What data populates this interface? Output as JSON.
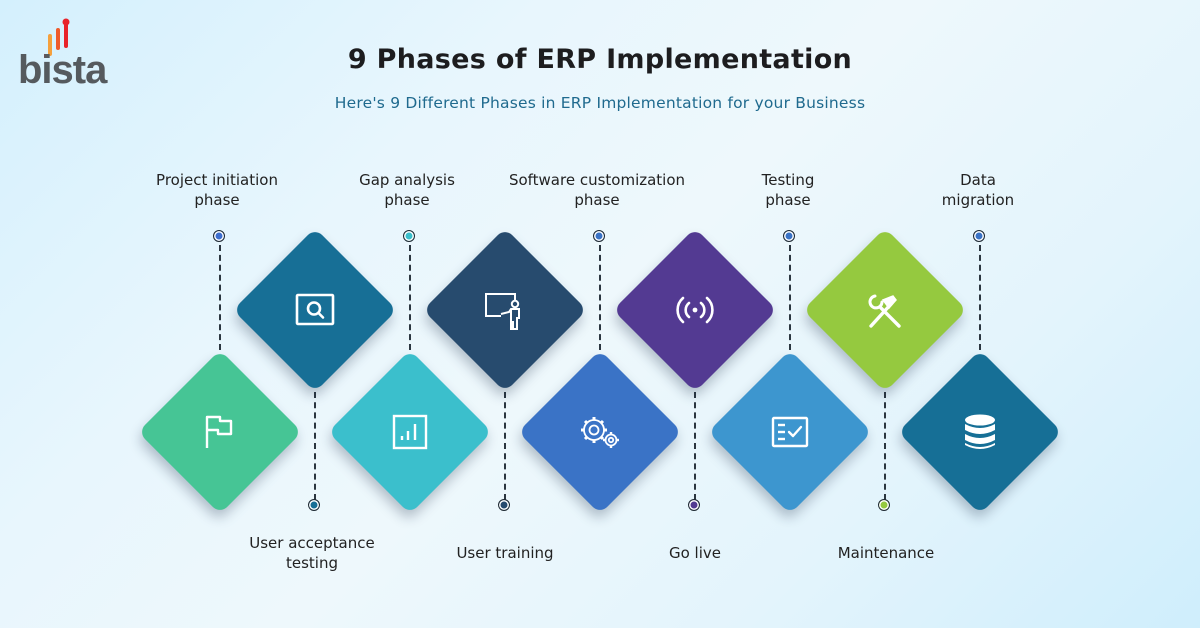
{
  "brand": {
    "logo_text": "bista",
    "logo_bar_colors": [
      "#f5a03c",
      "#ee5a2a",
      "#e8232a"
    ]
  },
  "header": {
    "title": "9 Phases of ERP Implementation",
    "subtitle": "Here's 9 Different Phases in ERP Implementation for your Business"
  },
  "colors": {
    "background": "#e6f5fc",
    "title": "#1d1d1f",
    "subtitle": "#1f6a8e",
    "connector": "#2b3640"
  },
  "phases": [
    {
      "order": 1,
      "label": "Project initiation phase",
      "line1": "Project initiation",
      "line2": "phase",
      "icon": "flag-icon",
      "color": "#46c595",
      "dot_color": "#3e6fcf",
      "row": "bottom",
      "label_position": "top"
    },
    {
      "order": 2,
      "label": "User acceptance testing",
      "line1": "User acceptance",
      "line2": "testing",
      "icon": "search-window-icon",
      "color": "#176f96",
      "dot_color": "#176f96",
      "row": "top",
      "label_position": "bottom"
    },
    {
      "order": 3,
      "label": "Gap analysis phase",
      "line1": "Gap analysis",
      "line2": "phase",
      "icon": "bar-chart-icon",
      "color": "#3bbfcc",
      "dot_color": "#3bbfcc",
      "row": "bottom",
      "label_position": "top"
    },
    {
      "order": 4,
      "label": "User training",
      "line1": "User training",
      "line2": "",
      "icon": "presenter-board-icon",
      "color": "#274b6e",
      "dot_color": "#274b6e",
      "row": "top",
      "label_position": "bottom"
    },
    {
      "order": 5,
      "label": "Software customization phase",
      "line1": "Software customization",
      "line2": "phase",
      "icon": "gears-icon",
      "color": "#3a73c6",
      "dot_color": "#3a73c6",
      "row": "bottom",
      "label_position": "top"
    },
    {
      "order": 6,
      "label": "Go live",
      "line1": "Go live",
      "line2": "",
      "icon": "broadcast-icon",
      "color": "#533a92",
      "dot_color": "#533a92",
      "row": "top",
      "label_position": "bottom"
    },
    {
      "order": 7,
      "label": "Testing phase",
      "line1": "Testing",
      "line2": "phase",
      "icon": "checklist-icon",
      "color": "#3d96cf",
      "dot_color": "#3a73c6",
      "row": "bottom",
      "label_position": "top"
    },
    {
      "order": 8,
      "label": "Maintenance",
      "line1": "Maintenance",
      "line2": "",
      "icon": "hammer-wrench-icon",
      "color": "#95c93f",
      "dot_color": "#95c93f",
      "row": "top",
      "label_position": "bottom"
    },
    {
      "order": 9,
      "label": "Data migration",
      "line1": "Data",
      "line2": "migration",
      "icon": "database-icon",
      "color": "#166f96",
      "dot_color": "#3a73c6",
      "row": "bottom",
      "label_position": "top"
    }
  ]
}
